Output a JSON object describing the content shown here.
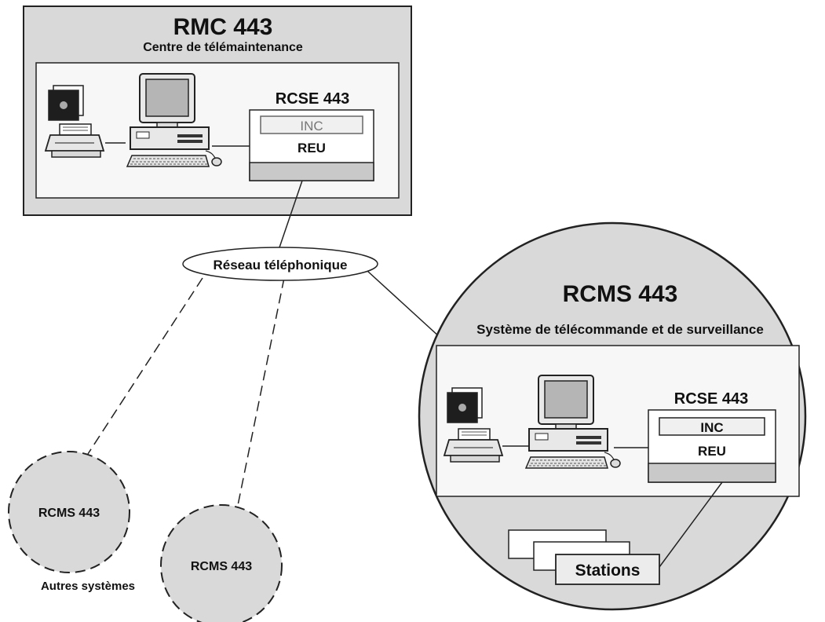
{
  "rmc": {
    "title": "RMC 443",
    "subtitle": "Centre de télémaintenance",
    "rcse": {
      "title": "RCSE 443",
      "inc": "INC",
      "reu": "REU"
    }
  },
  "network": {
    "label": "Réseau téléphonique"
  },
  "rcms_main": {
    "title": "RCMS 443",
    "subtitle": "Système de télécommande et de surveillance",
    "rcse": {
      "title": "RCSE 443",
      "inc": "INC",
      "reu": "REU"
    },
    "stations_label": "Stations"
  },
  "other_systems": {
    "label": "Autres systèmes",
    "nodes": [
      "RCMS 443",
      "RCMS 443"
    ]
  },
  "colors": {
    "panel_gray": "#d9d9d9",
    "inner_white": "#f7f7f7",
    "stroke": "#222222",
    "screen_gray": "#b5b5b5"
  }
}
